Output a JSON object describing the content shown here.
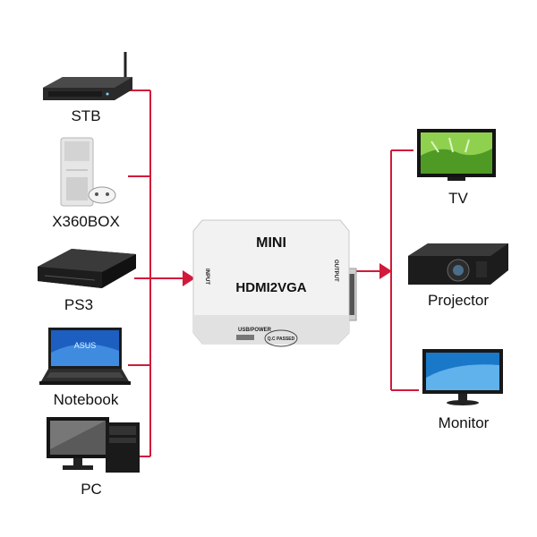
{
  "inputs": {
    "stb": "STB",
    "xbox": "X360BOX",
    "ps3": "PS3",
    "notebook": "Notebook",
    "pc": "PC"
  },
  "outputs": {
    "tv": "TV",
    "projector": "Projector",
    "monitor": "Monitor"
  },
  "adapter": {
    "brand": "MINI",
    "model": "HDMI2VGA",
    "input_port": "INPUT",
    "output_port": "OUTPUT",
    "power_port": "USB/POWER",
    "qc_stamp": "Q.C PASSED"
  },
  "colors": {
    "wire": "#d11a3a",
    "adapter_body": "#f2f2f2"
  }
}
